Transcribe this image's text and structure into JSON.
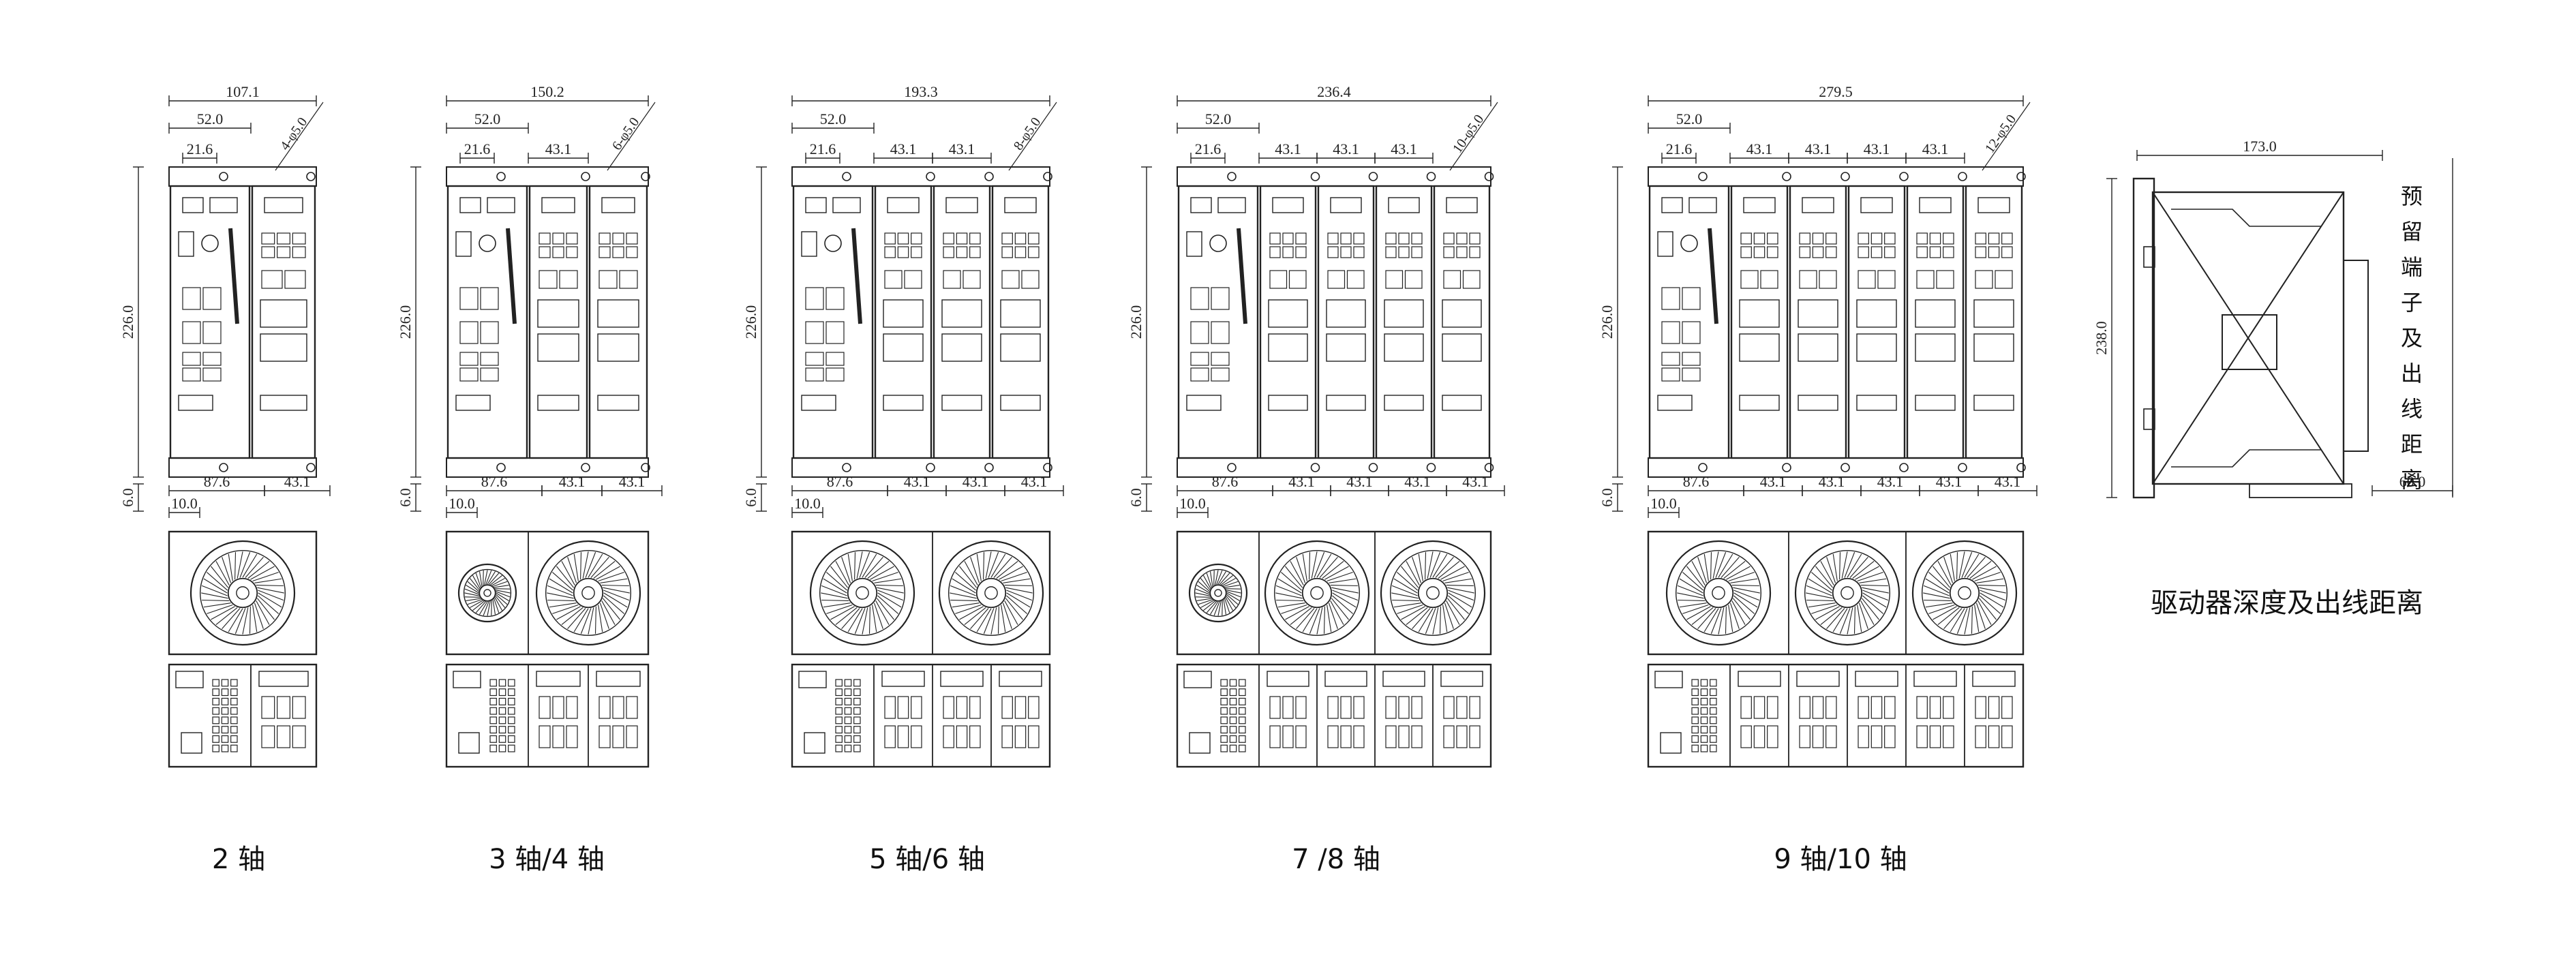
{
  "figures": [
    {
      "id": "ax2",
      "caption": "2 轴",
      "modules": 1,
      "dims": {
        "total": "107.1",
        "w52": "52.0",
        "w21": "21.6",
        "hole": "4-φ5.0",
        "height": "226.0",
        "base": "87.6",
        "foot": "10.0",
        "gap": "6.0",
        "mod": "43.1"
      }
    },
    {
      "id": "ax3",
      "caption": "3 轴/4 轴",
      "modules": 2,
      "dims": {
        "total": "150.2",
        "w52": "52.0",
        "w21": "21.6",
        "hole": "6-φ5.0",
        "height": "226.0",
        "base": "87.6",
        "foot": "10.0",
        "gap": "6.0",
        "mod": "43.1"
      }
    },
    {
      "id": "ax5",
      "caption": "5 轴/6 轴",
      "modules": 3,
      "dims": {
        "total": "193.3",
        "w52": "52.0",
        "w21": "21.6",
        "hole": "8-φ5.0",
        "height": "226.0",
        "base": "87.6",
        "foot": "10.0",
        "gap": "6.0",
        "mod": "43.1"
      }
    },
    {
      "id": "ax7",
      "caption": "7 /8 轴",
      "modules": 4,
      "dims": {
        "total": "236.4",
        "w52": "52.0",
        "w21": "21.6",
        "hole": "10-φ5.0",
        "height": "226.0",
        "base": "87.6",
        "foot": "10.0",
        "gap": "6.0",
        "mod": "43.1"
      }
    },
    {
      "id": "ax9",
      "caption": "9 轴/10 轴",
      "modules": 5,
      "dims": {
        "total": "279.5",
        "w52": "52.0",
        "w21": "21.6",
        "hole": "12-φ5.0",
        "height": "226.0",
        "base": "87.6",
        "foot": "10.0",
        "gap": "6.0",
        "mod": "43.1"
      }
    }
  ],
  "side_view": {
    "caption": "驱动器深度及出线距离",
    "depth": "173.0",
    "height": "238.0",
    "reserve": "60.0",
    "note": "预留端子及出线距离"
  }
}
